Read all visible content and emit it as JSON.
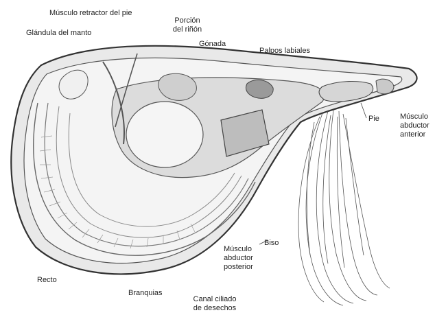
{
  "labels": {
    "musculo_retractor_pie": "Músculo retractor del pie",
    "glandula_manto": "Glándula del manto",
    "porcion_rinon_1": "Porción",
    "porcion_rinon_2": "del riñón",
    "gonada": "Gónada",
    "palpos_labiales": "Palpos labiales",
    "musculo_abductor_anterior_1": "Músculo",
    "musculo_abductor_anterior_2": "abductor",
    "musculo_abductor_anterior_3": "anterior",
    "pie": "Pie",
    "biso": "Biso",
    "musculo_abductor_posterior_1": "Músculo",
    "musculo_abductor_posterior_2": "abductor",
    "musculo_abductor_posterior_3": "posterior",
    "recto": "Recto",
    "branquias": "Branquias",
    "canal_ciliado_1": "Canal ciliado",
    "canal_ciliado_2": "de desechos"
  }
}
